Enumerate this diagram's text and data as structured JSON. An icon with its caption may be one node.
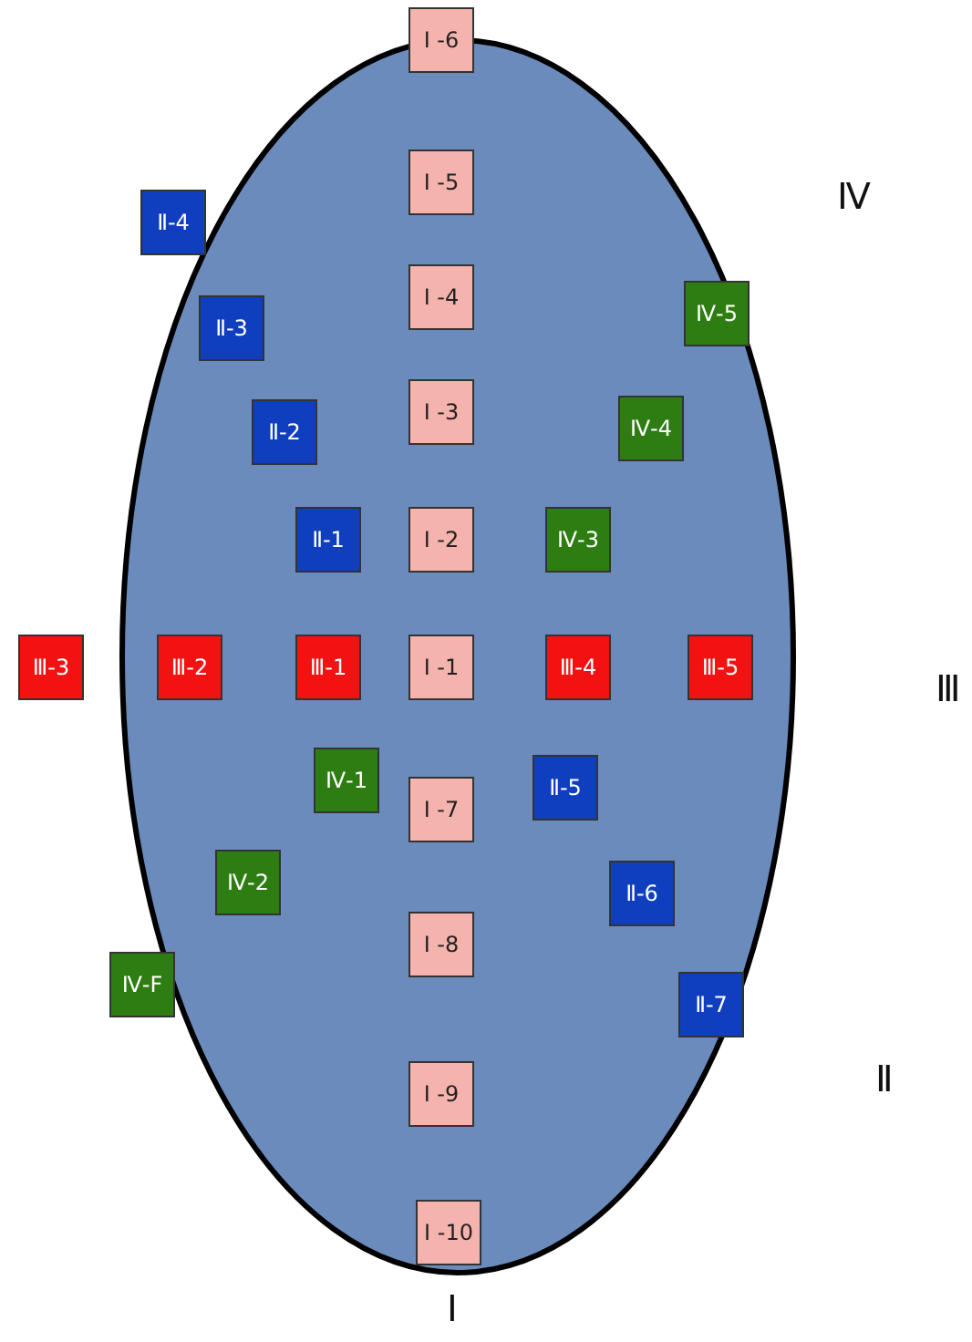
{
  "diagram": {
    "nodes": [
      {
        "text": [
          "Ⅰ -6"
        ]
      },
      {
        "text": [
          "Ⅰ -5"
        ]
      },
      {
        "text": [
          "Ⅱ-4"
        ]
      },
      {
        "text": [
          "Ⅰ -4"
        ]
      },
      {
        "text": [
          "Ⅳ-5"
        ]
      },
      {
        "text": [
          "Ⅱ-3"
        ]
      },
      {
        "text": [
          "Ⅰ -3"
        ]
      },
      {
        "text": [
          "Ⅳ-4"
        ]
      },
      {
        "text": [
          "Ⅱ-2"
        ]
      },
      {
        "text": [
          "Ⅱ-1"
        ]
      },
      {
        "text": [
          "Ⅰ -2"
        ]
      },
      {
        "text": [
          "Ⅳ-3"
        ]
      },
      {
        "text": [
          "Ⅲ-3"
        ]
      },
      {
        "text": [
          "Ⅲ-2"
        ]
      },
      {
        "text": [
          "Ⅲ-1"
        ]
      },
      {
        "text": [
          "Ⅰ -1"
        ]
      },
      {
        "text": [
          "Ⅲ-4"
        ]
      },
      {
        "text": [
          "Ⅲ-5"
        ]
      },
      {
        "text": [
          "Ⅳ-1"
        ]
      },
      {
        "text": [
          "Ⅱ-5"
        ]
      },
      {
        "text": [
          "Ⅰ -7"
        ]
      },
      {
        "text": [
          "Ⅳ-2"
        ]
      },
      {
        "text": [
          "Ⅱ-6"
        ]
      },
      {
        "text": [
          "Ⅰ -8"
        ]
      },
      {
        "text": [
          "Ⅳ-F"
        ]
      },
      {
        "text": [
          "Ⅱ-7"
        ]
      },
      {
        "text": [
          "Ⅰ -9"
        ]
      },
      {
        "text": [
          "Ⅰ -10"
        ]
      }
    ],
    "labels": [
      "Ⅳ",
      "Ⅲ",
      "Ⅱ",
      "Ⅰ"
    ]
  }
}
